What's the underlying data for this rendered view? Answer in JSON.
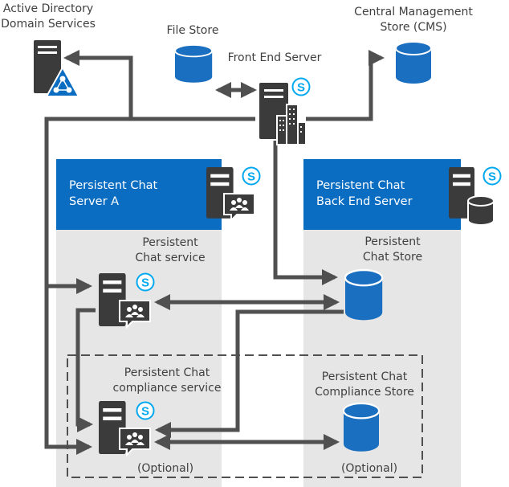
{
  "labels": {
    "ad_line1": "Active Directory",
    "ad_line2": "Domain Services",
    "file_store": "File Store",
    "cms_line1": "Central Management",
    "cms_line2": "Store (CMS)",
    "front_end": "Front End Server",
    "pc_server_a_line1": "Persistent Chat",
    "pc_server_a_line2": "Server A",
    "pc_backend_line1": "Persistent Chat",
    "pc_backend_line2": "Back End Server",
    "pc_service_line1": "Persistent",
    "pc_service_line2": "Chat service",
    "pc_store_line1": "Persistent",
    "pc_store_line2": "Chat Store",
    "compliance_service_line1": "Persistent Chat",
    "compliance_service_line2": "compliance service",
    "compliance_store_line1": "Persistent Chat",
    "compliance_store_line2": "Compliance Store",
    "optional_left": "(Optional)",
    "optional_right": "(Optional)"
  },
  "colors": {
    "header_blue": "#0a6dc2",
    "database_blue": "#1a6fc0",
    "panel_gray": "#e6e6e6",
    "line_gray": "#505050",
    "server_dark": "#3b3b3b",
    "skype_blue": "#00a9ef"
  },
  "icons": [
    "server-icon",
    "database-icon",
    "skype-icon",
    "chat-users-icon",
    "directory-icon",
    "office-building-icon"
  ]
}
